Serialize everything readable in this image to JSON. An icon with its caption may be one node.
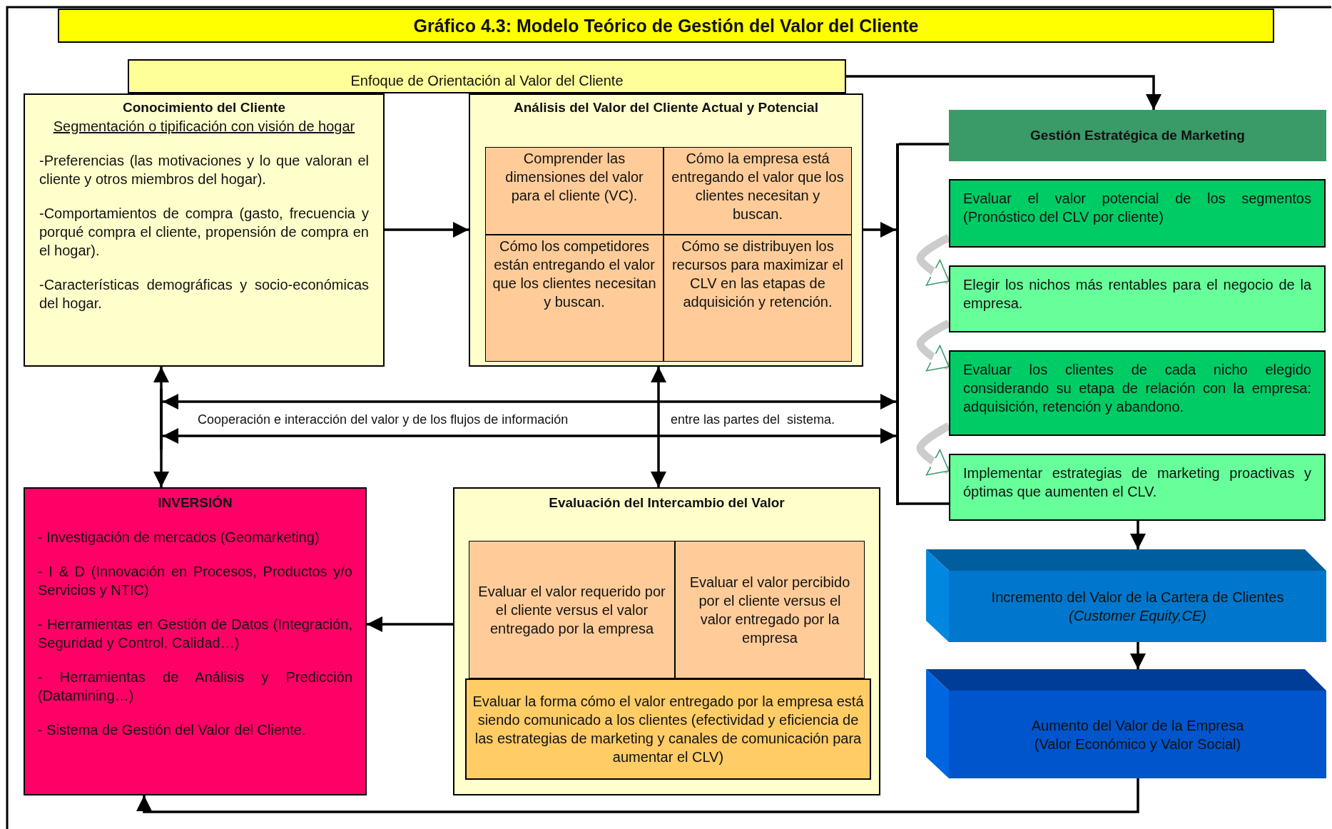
{
  "diagram": {
    "title": "Gráfico 4.3: Modelo Teórico de Gestión del Valor del Cliente",
    "nodes": [
      {
        "text": [
          "Enfoque de Orientación al Valor del Cliente"
        ]
      },
      {
        "text": [
          "Conocimiento del Cliente",
          "Segmentación o tipificación con visión de hogar",
          "-Preferencias (las motivaciones y lo que valoran el cliente y otros miembros del hogar).",
          "-Comportamientos de compra (gasto, frecuencia y porqué compra el cliente, propensión de compra en el hogar).",
          "-Características demográficas y socio-económicas del hogar."
        ]
      },
      {
        "text": [
          "Análisis del Valor del Cliente Actual y Potencial"
        ]
      },
      {
        "text": [
          "Comprender las dimensiones del valor para el cliente (VC)."
        ],
        "in": 2
      },
      {
        "text": [
          "Cómo la empresa está entregando el valor que los clientes necesitan y buscan."
        ],
        "in": 2
      },
      {
        "text": [
          "Cómo los competidores están entregando el valor que los clientes necesitan y buscan."
        ],
        "in": 2
      },
      {
        "text": [
          "Cómo se distribuyen los recursos para maximizar el CLV en las etapas de adquisición y retención."
        ],
        "in": 2
      },
      {
        "text": [
          "Gestión Estratégica de Marketing"
        ]
      },
      {
        "text": [
          "Evaluar el valor potencial de los segmentos (Pronóstico del CLV por cliente)"
        ]
      },
      {
        "text": [
          "Elegir los nichos más rentables para el negocio de la empresa."
        ]
      },
      {
        "text": [
          "Evaluar los clientes de cada nicho elegido considerando su etapa de relación con la empresa: adquisición, retención y abandono."
        ]
      },
      {
        "text": [
          "Implementar estrategias de marketing proactivas y óptimas que aumenten el CLV."
        ]
      },
      {
        "text": [
          "INVERSIÓN",
          "- Investigación de mercados (Geomarketing)",
          "- I & D (Innovación en Procesos, Productos y/o Servicios y NTIC)",
          "- Herramientas en Gestión de Datos (Integración, Seguridad y Control, Calidad…)",
          "- Herramientas de Análisis y Predicción (Datamining…)",
          "- Sistema de Gestión del Valor del Cliente."
        ]
      },
      {
        "text": [
          "Evaluación del Intercambio del Valor"
        ]
      },
      {
        "text": [
          "Evaluar el valor requerido por el cliente versus el valor entregado por la empresa"
        ],
        "in": 13
      },
      {
        "text": [
          "Evaluar el valor percibido por el cliente versus el valor entregado por la empresa"
        ],
        "in": 13
      },
      {
        "text": [
          "Evaluar la forma cómo el valor entregado por la empresa está siendo comunicado a los clientes (efectividad y eficiencia de las estrategias de marketing y canales de comunicación para aumentar el CLV)"
        ],
        "in": 13
      },
      {
        "text": [
          "Incremento del Valor de la Cartera de Clientes",
          "(Customer Equity,CE)"
        ]
      },
      {
        "text": [
          "Aumento del Valor de la Empresa",
          "(Valor Económico y Valor Social)"
        ]
      },
      {
        "text": [],
        "shape": "bar"
      },
      {
        "text": [],
        "shape": "bar"
      }
    ],
    "edges": [
      {
        "from": 0,
        "to": 7,
        "arrow": "to"
      },
      {
        "from": 1,
        "to": 2,
        "arrow": "to"
      },
      {
        "from": 2,
        "to": 19,
        "arrow": "to"
      },
      {
        "from": 7,
        "to": 19,
        "arrow": "none"
      },
      {
        "from": 19,
        "to": 11,
        "arrow": "none"
      },
      {
        "from": 20,
        "to": 19,
        "arrow": "both"
      },
      {
        "from": 20,
        "to": 19,
        "arrow": "both"
      },
      {
        "from": 20,
        "to": 1,
        "arrow": "to"
      },
      {
        "from": 2,
        "to": 13,
        "arrow": "both"
      },
      {
        "from": 13,
        "to": 12,
        "arrow": "to"
      },
      {
        "from": 11,
        "to": 17,
        "arrow": "to"
      },
      {
        "from": 17,
        "to": 18,
        "arrow": "to"
      },
      {
        "from": 18,
        "to": 12,
        "arrow": "to"
      },
      {
        "from": 8,
        "to": 9,
        "arrow": "to",
        "style": "thick",
        "color": "#cccccc"
      },
      {
        "from": 9,
        "to": 10,
        "arrow": "to",
        "style": "thick",
        "color": "#cccccc"
      },
      {
        "from": 10,
        "to": 11,
        "arrow": "to",
        "style": "thick",
        "color": "#cccccc"
      },
      {
        "from": 20,
        "to": 12,
        "arrow": "to"
      }
    ],
    "labels": [
      "Cooperación e interacción del valor y de los flujos de información",
      "entre las partes del  sistema."
    ]
  }
}
